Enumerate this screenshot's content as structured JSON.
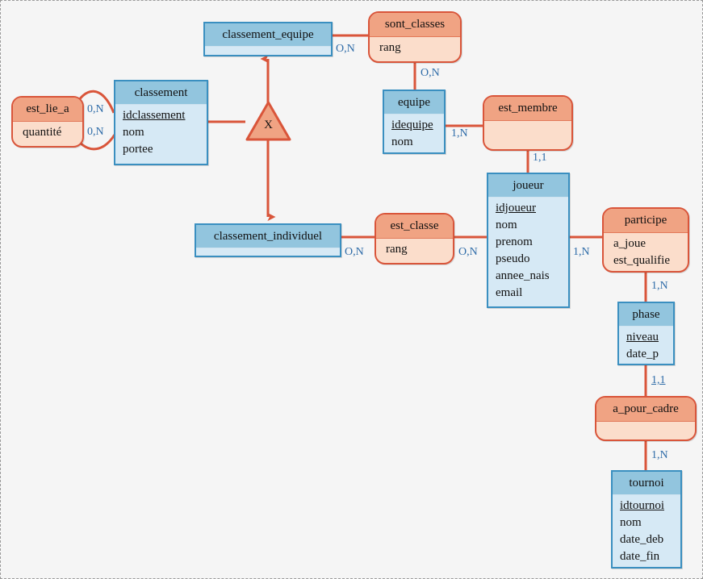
{
  "diagram": {
    "title": "Entity-Relationship diagram",
    "colors": {
      "canvas_background": "#f5f5f5",
      "entity_header": "#92c5de",
      "entity_body": "#d6e9f5",
      "entity_border": "#3a8fc0",
      "relationship_header": "#f0a383",
      "relationship_body": "#fbddcb",
      "relationship_border": "#d9553a",
      "connector": "#d9553a",
      "cardinality_text": "#2f6ca8"
    },
    "entities": [
      {
        "id": "classement_equipe",
        "name": "classement_equipe",
        "attributes": []
      },
      {
        "id": "classement",
        "name": "classement",
        "attributes": [
          "idclassement",
          "nom",
          "portee"
        ],
        "key": "idclassement"
      },
      {
        "id": "equipe",
        "name": "equipe",
        "attributes": [
          "idequipe",
          "nom"
        ],
        "key": "idequipe"
      },
      {
        "id": "classement_individuel",
        "name": "classement_individuel",
        "attributes": []
      },
      {
        "id": "joueur",
        "name": "joueur",
        "attributes": [
          "idjoueur",
          "nom",
          "prenom",
          "pseudo",
          "annee_nais",
          "email"
        ],
        "key": "idjoueur"
      },
      {
        "id": "phase",
        "name": "phase",
        "attributes": [
          "niveau",
          "date_p"
        ],
        "key": "niveau"
      },
      {
        "id": "tournoi",
        "name": "tournoi",
        "attributes": [
          "idtournoi",
          "nom",
          "date_deb",
          "date_fin"
        ],
        "key": "idtournoi"
      }
    ],
    "relationships": [
      {
        "id": "sont_classes",
        "name": "sont_classes",
        "attributes": [
          "rang"
        ]
      },
      {
        "id": "est_lie_a",
        "name": "est_lie_a",
        "attributes": [
          "quantité"
        ]
      },
      {
        "id": "est_membre",
        "name": "est_membre",
        "attributes": []
      },
      {
        "id": "est_classe",
        "name": "est_classe",
        "attributes": [
          "rang"
        ]
      },
      {
        "id": "participe",
        "name": "participe",
        "attributes": [
          "a_joue",
          "est_qualifie"
        ]
      },
      {
        "id": "a_pour_cadre",
        "name": "a_pour_cadre",
        "attributes": []
      }
    ],
    "specialization": {
      "id": "spec_classement",
      "label": "X",
      "parent": "classement",
      "children": [
        "classement_equipe",
        "classement_individuel"
      ]
    },
    "cardinalities": [
      {
        "id": "card_ce_sontclasses",
        "text": "O,N"
      },
      {
        "id": "card_sontclasses_equipe",
        "text": "O,N"
      },
      {
        "id": "card_estliea_top",
        "text": "0,N"
      },
      {
        "id": "card_estliea_bottom",
        "text": "0,N"
      },
      {
        "id": "card_equipe_estmembre",
        "text": "1,N"
      },
      {
        "id": "card_estmembre_joueur",
        "text": "1,1"
      },
      {
        "id": "card_ci_estclasse",
        "text": "O,N"
      },
      {
        "id": "card_estclasse_joueur",
        "text": "O,N"
      },
      {
        "id": "card_joueur_participe",
        "text": "1,N"
      },
      {
        "id": "card_participe_phase",
        "text": "1,N"
      },
      {
        "id": "card_phase_apourcadre",
        "text": "1,1"
      },
      {
        "id": "card_apourcadre_tournoi",
        "text": "1,N"
      }
    ]
  }
}
